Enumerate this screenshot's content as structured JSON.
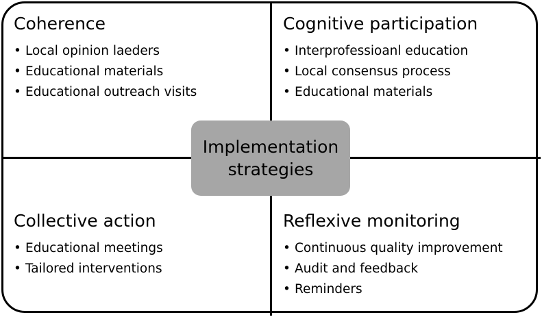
{
  "center": {
    "label": "Implementation\nstrategies"
  },
  "quadrants": [
    {
      "title": "Coherence",
      "items": [
        "Local opinion laeders",
        "Educational materials",
        "Educational outreach visits"
      ]
    },
    {
      "title": "Cognitive participation",
      "items": [
        "Interprofessioanl education",
        "Local consensus process",
        "Educational materials"
      ]
    },
    {
      "title": "Collective action",
      "items": [
        "Educational meetings",
        "Tailored interventions"
      ]
    },
    {
      "title": "Reflexive monitoring",
      "items": [
        "Continuous quality improvement",
        "Audit and feedback",
        "Reminders"
      ]
    }
  ],
  "bullet_symbol": "•",
  "colors": {
    "border": "#000000",
    "center_fill": "#a6a6a6",
    "background": "#ffffff"
  }
}
